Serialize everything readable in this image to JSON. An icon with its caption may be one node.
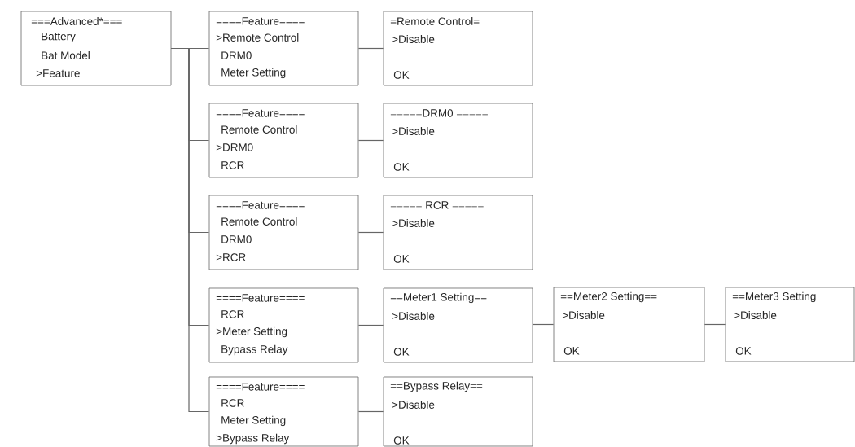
{
  "diagram": {
    "nodes": [
      {
        "text": [
          "===Advanced*===",
          "Battery",
          "Bat Model",
          ">Feature"
        ]
      },
      {
        "text": [
          "====Feature====",
          ">Remote Control",
          "DRM0",
          "Meter Setting"
        ]
      },
      {
        "text": [
          "=Remote Control=",
          ">Disable",
          "OK"
        ]
      },
      {
        "text": [
          "====Feature====",
          "Remote Control",
          ">DRM0",
          "RCR"
        ]
      },
      {
        "text": [
          "=====DRM0 =====",
          ">Disable",
          "OK"
        ]
      },
      {
        "text": [
          "====Feature====",
          "Remote Control",
          "DRM0",
          ">RCR"
        ]
      },
      {
        "text": [
          "===== RCR =====",
          ">Disable",
          "OK"
        ]
      },
      {
        "text": [
          "====Feature====",
          "RCR",
          ">Meter Setting",
          "Bypass Relay"
        ]
      },
      {
        "text": [
          "==Meter1 Setting==",
          ">Disable",
          "OK"
        ]
      },
      {
        "text": [
          "==Meter2 Setting==",
          ">Disable",
          "OK"
        ]
      },
      {
        "text": [
          "==Meter3 Setting",
          ">Disable",
          "OK"
        ]
      },
      {
        "text": [
          "====Feature====",
          "RCR",
          "Meter Setting",
          ">Bypass Relay"
        ]
      },
      {
        "text": [
          "==Bypass Relay==",
          ">Disable",
          "OK"
        ]
      }
    ],
    "edges": [
      {
        "from": 0,
        "to": 1,
        "arrow": "none"
      },
      {
        "from": 0,
        "to": 3,
        "arrow": "none"
      },
      {
        "from": 0,
        "to": 5,
        "arrow": "none"
      },
      {
        "from": 0,
        "to": 7,
        "arrow": "none"
      },
      {
        "from": 0,
        "to": 11,
        "arrow": "none"
      },
      {
        "from": 1,
        "to": 2,
        "arrow": "none"
      },
      {
        "from": 3,
        "to": 4,
        "arrow": "none"
      },
      {
        "from": 5,
        "to": 6,
        "arrow": "none"
      },
      {
        "from": 7,
        "to": 8,
        "arrow": "none"
      },
      {
        "from": 8,
        "to": 9,
        "arrow": "none"
      },
      {
        "from": 9,
        "to": 10,
        "arrow": "none"
      },
      {
        "from": 11,
        "to": 12,
        "arrow": "none"
      }
    ]
  }
}
